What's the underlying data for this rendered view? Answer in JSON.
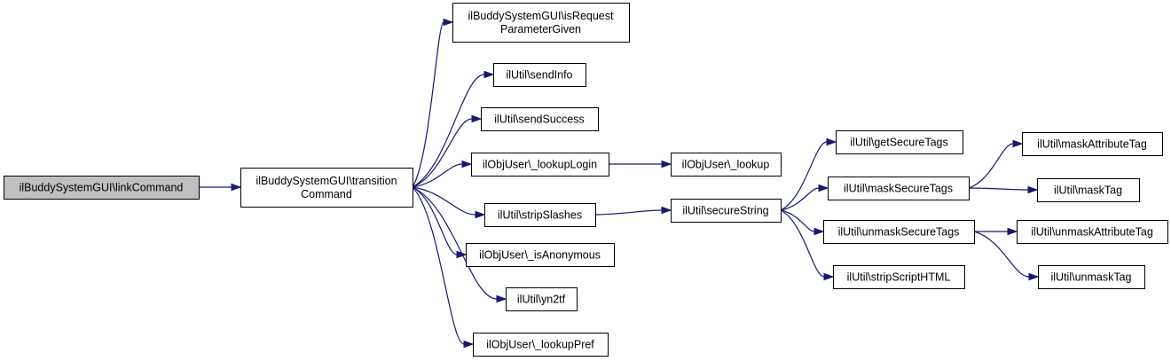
{
  "diagram": {
    "type": "call-graph",
    "nodes": [
      {
        "id": "root",
        "lines": [
          "ilBuddySystemGUI\\linkCommand"
        ],
        "root": true
      },
      {
        "id": "transition",
        "lines": [
          "ilBuddySystemGUI\\transition",
          "Command"
        ]
      },
      {
        "id": "isRequest",
        "lines": [
          "ilBuddySystemGUI\\isRequest",
          "ParameterGiven"
        ]
      },
      {
        "id": "sendInfo",
        "lines": [
          "ilUtil\\sendInfo"
        ]
      },
      {
        "id": "sendSuccess",
        "lines": [
          "ilUtil\\sendSuccess"
        ]
      },
      {
        "id": "lookupLogin",
        "lines": [
          "ilObjUser\\_lookupLogin"
        ]
      },
      {
        "id": "stripSlashes",
        "lines": [
          "ilUtil\\stripSlashes"
        ]
      },
      {
        "id": "isAnonymous",
        "lines": [
          "ilObjUser\\_isAnonymous"
        ]
      },
      {
        "id": "yn2tf",
        "lines": [
          "ilUtil\\yn2tf"
        ]
      },
      {
        "id": "lookupPref",
        "lines": [
          "ilObjUser\\_lookupPref"
        ]
      },
      {
        "id": "lookup",
        "lines": [
          "ilObjUser\\_lookup"
        ]
      },
      {
        "id": "secureString",
        "lines": [
          "ilUtil\\secureString"
        ]
      },
      {
        "id": "getSecureTags",
        "lines": [
          "ilUtil\\getSecureTags"
        ]
      },
      {
        "id": "maskSecureTags",
        "lines": [
          "ilUtil\\maskSecureTags"
        ]
      },
      {
        "id": "unmaskSecureTags",
        "lines": [
          "ilUtil\\unmaskSecureTags"
        ]
      },
      {
        "id": "stripScriptHTML",
        "lines": [
          "ilUtil\\stripScriptHTML"
        ]
      },
      {
        "id": "maskAttributeTag",
        "lines": [
          "ilUtil\\maskAttributeTag"
        ]
      },
      {
        "id": "maskTag",
        "lines": [
          "ilUtil\\maskTag"
        ]
      },
      {
        "id": "unmaskAttributeTag",
        "lines": [
          "ilUtil\\unmaskAttributeTag"
        ]
      },
      {
        "id": "unmaskTag",
        "lines": [
          "ilUtil\\unmaskTag"
        ]
      }
    ],
    "edges": [
      {
        "from": "root",
        "to": "transition"
      },
      {
        "from": "transition",
        "to": "isRequest"
      },
      {
        "from": "transition",
        "to": "sendInfo"
      },
      {
        "from": "transition",
        "to": "sendSuccess"
      },
      {
        "from": "transition",
        "to": "lookupLogin"
      },
      {
        "from": "transition",
        "to": "stripSlashes"
      },
      {
        "from": "transition",
        "to": "isAnonymous"
      },
      {
        "from": "transition",
        "to": "yn2tf"
      },
      {
        "from": "transition",
        "to": "lookupPref"
      },
      {
        "from": "lookupLogin",
        "to": "lookup"
      },
      {
        "from": "stripSlashes",
        "to": "secureString"
      },
      {
        "from": "secureString",
        "to": "getSecureTags"
      },
      {
        "from": "secureString",
        "to": "maskSecureTags"
      },
      {
        "from": "secureString",
        "to": "unmaskSecureTags"
      },
      {
        "from": "secureString",
        "to": "stripScriptHTML"
      },
      {
        "from": "maskSecureTags",
        "to": "maskAttributeTag"
      },
      {
        "from": "maskSecureTags",
        "to": "maskTag"
      },
      {
        "from": "unmaskSecureTags",
        "to": "unmaskAttributeTag"
      },
      {
        "from": "unmaskSecureTags",
        "to": "unmaskTag"
      }
    ],
    "colors": {
      "edge": "#191970",
      "root_fill": "#bfbfbf",
      "node_fill": "#ffffff",
      "node_border": "#000000"
    }
  }
}
